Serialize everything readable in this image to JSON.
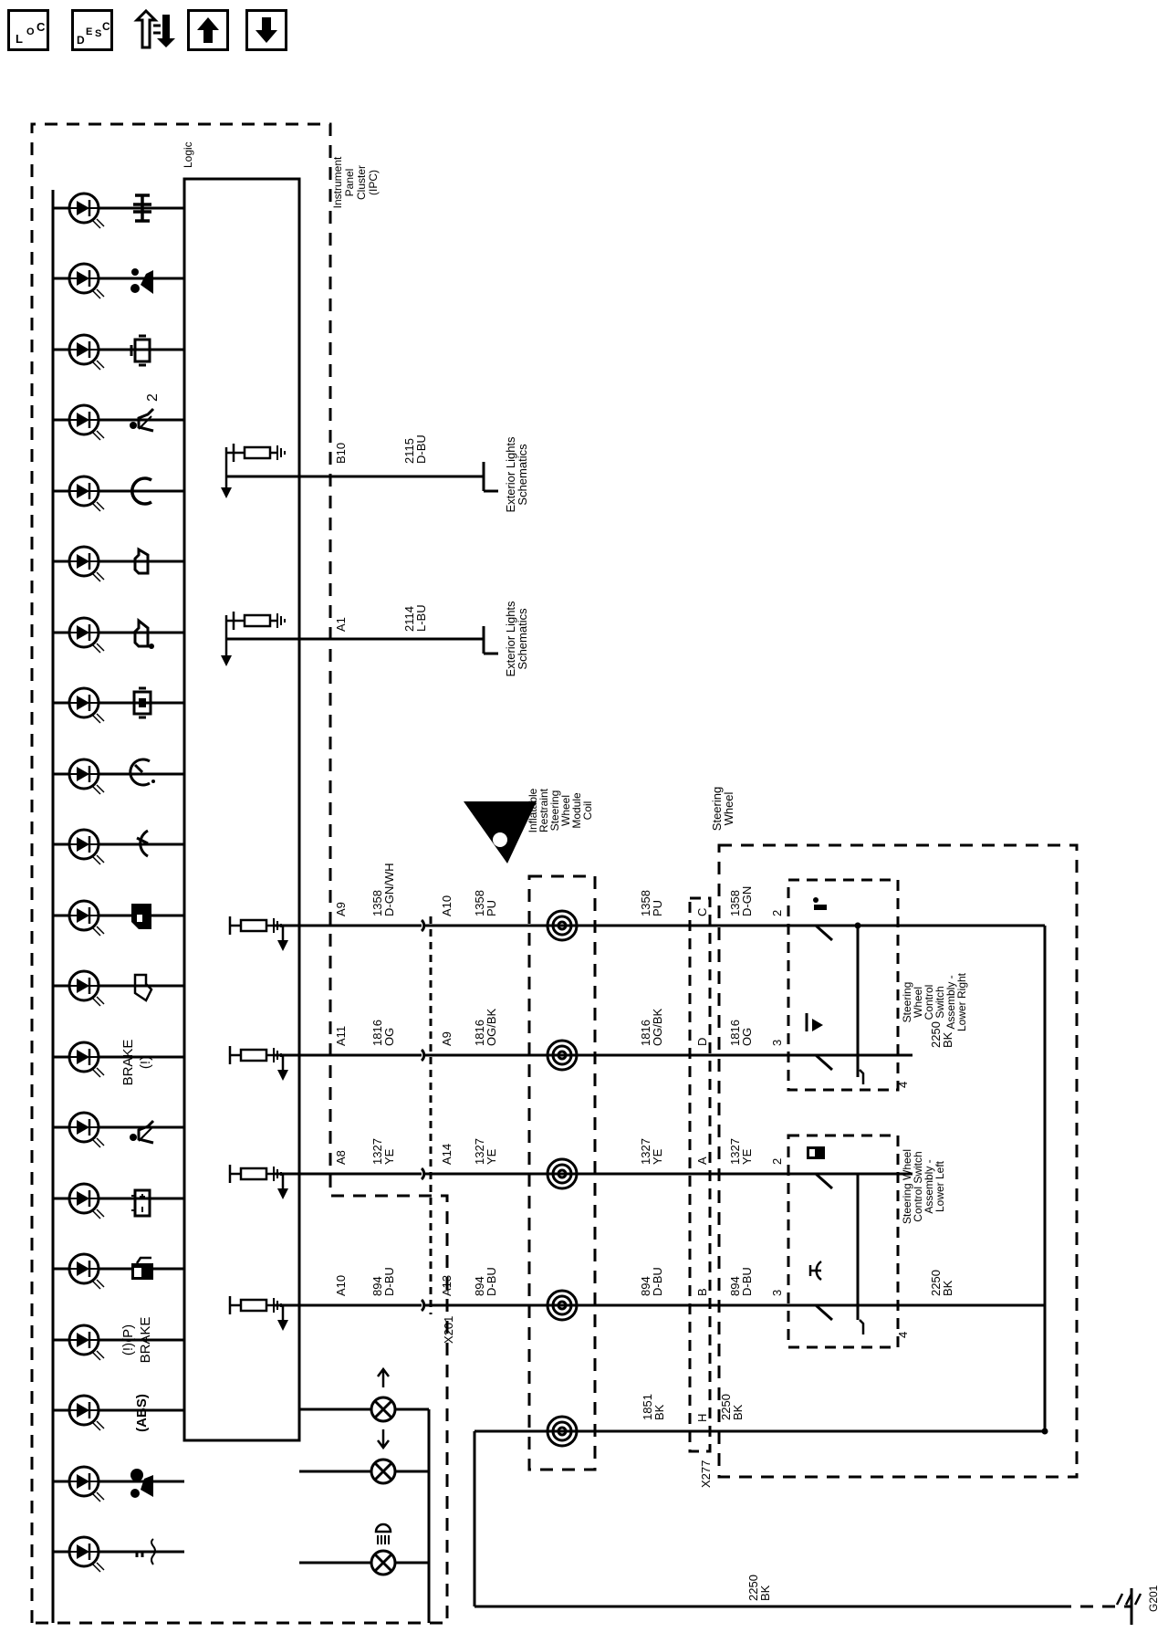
{
  "toolbar": {
    "loc_l": "L",
    "loc_o": "O",
    "loc_c": "C",
    "desc_d": "D",
    "desc_e": "E",
    "desc_s": "S",
    "desc_c": "C",
    "buttons": [
      "location-button",
      "description-button",
      "connector-button",
      "page-up-button",
      "page-down-button"
    ]
  },
  "ipc": {
    "name": "Instrument Panel Cluster (IPC)",
    "logic_label": "Logic",
    "indicators": [
      "service",
      "passenger-airbag",
      "engine",
      "seatbelt-2",
      "tpms",
      "oil-level",
      "oil-pressure",
      "check-engine",
      "cruise",
      "high-speed-warning",
      "door-open",
      "low-fuel-door",
      "brake-warning",
      "seatbelt",
      "battery",
      "fuel",
      "park-brake",
      "abs",
      "airbag",
      "coolant-temp"
    ],
    "brake_text": "BRAKE",
    "brake_symbol": "(!)",
    "park_brake_text": "BRAKE",
    "park_brake_symbol": "(!)(P)",
    "abs_text": "(ABS)",
    "seatbelt2_num": "2"
  },
  "circuits": {
    "b10_pin": "B10",
    "b10_wire": "2115",
    "b10_color": "D-BU",
    "b10_dest": "Exterior Lights Schematics",
    "a1_pin": "A1",
    "a1_wire": "2114",
    "a1_color": "L-BU",
    "a1_dest": "Exterior Lights Schematics",
    "rows": [
      {
        "ipc_pin": "A9",
        "wire": "1358",
        "color1": "D-GN/WH",
        "x201_pin": "A10",
        "color2": "PU",
        "coil_color": "PU",
        "x277_pin": "C",
        "sw_color": "D-GN",
        "sw_pin": "2"
      },
      {
        "ipc_pin": "A11",
        "wire": "1816",
        "color1": "OG",
        "x201_pin": "A9",
        "color2": "OG/BK",
        "coil_color": "OG/BK",
        "x277_pin": "D",
        "sw_color": "OG",
        "sw_pin": "3"
      },
      {
        "ipc_pin": "A8",
        "wire": "1327",
        "color1": "YE",
        "x201_pin": "A14",
        "color2": "YE",
        "coil_color": "YE",
        "x277_pin": "A",
        "sw_color": "YE",
        "sw_pin": "2"
      },
      {
        "ipc_pin": "A10",
        "wire": "894",
        "color1": "D-BU",
        "x201_pin": "A13",
        "color2": "D-BU",
        "coil_color": "D-BU",
        "x277_pin": "B",
        "sw_color": "D-BU",
        "sw_pin": "3"
      }
    ],
    "x201": "X201",
    "x277": "X277",
    "x277_h": "H",
    "wire_1851": "1851",
    "wire_1851_color": "BK",
    "wire_2250": "2250",
    "wire_2250_color": "BK",
    "g201": "G201"
  },
  "coil": {
    "name": "Inflatable Restraint Steering Wheel Module Coil"
  },
  "steering_wheel": {
    "name": "Steering Wheel",
    "sw_right": "Steering Wheel Control Switch Assembly - Lower Right",
    "sw_left": "Steering Wheel Control Switch Assembly - Lower Left",
    "pin4": "4",
    "pin4b": "4"
  }
}
